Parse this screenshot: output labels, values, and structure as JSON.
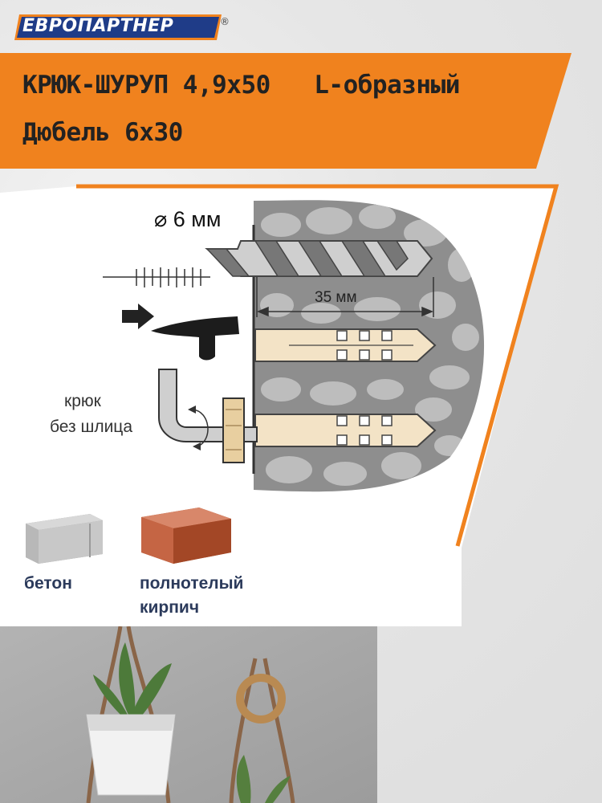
{
  "brand": {
    "logo_text": "ЕВРОПАРТНЕР",
    "registered_mark": "®",
    "colors": {
      "orange": "#f0821e",
      "navy": "#2b3a5b",
      "logo_blue": "#1f3c88"
    }
  },
  "header": {
    "title_line1": "КРЮК-ШУРУП 4,9х50   L-образный",
    "title_line2": "Дюбель 6х30"
  },
  "diagram": {
    "drill_diameter": "⌀ 6 мм",
    "depth": "35 мм",
    "hook_note_line1": "крюк",
    "hook_note_line2": "без шлица"
  },
  "materials": [
    {
      "label": "бетон",
      "icon": "concrete-block-icon"
    },
    {
      "label_line1": "полнотелый",
      "label_line2": "кирпич",
      "icon": "brick-icon"
    }
  ]
}
